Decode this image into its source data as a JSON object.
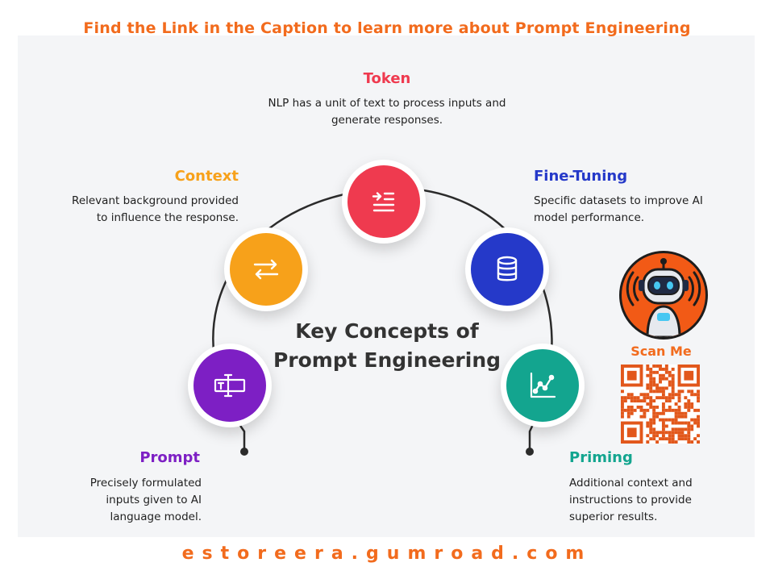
{
  "banner": "Find the Link in the Caption to learn more about Prompt Engineering",
  "center_title": [
    "Key Concepts of",
    "Prompt Engineering"
  ],
  "concepts": {
    "token": {
      "title": "Token",
      "desc": [
        "NLP has a unit of text to process inputs and",
        "generate responses."
      ],
      "color": "#ef3a4f",
      "icon": "indent-lines-icon"
    },
    "context": {
      "title": "Context",
      "desc": [
        "Relevant background provided",
        "to influence the response."
      ],
      "color": "#f7a11a",
      "icon": "swap-arrows-icon"
    },
    "fine_tuning": {
      "title": "Fine-Tuning",
      "desc": [
        "Specific datasets to improve AI",
        "model performance."
      ],
      "color": "#2539c9",
      "icon": "database-icon"
    },
    "prompt": {
      "title": "Prompt",
      "desc": [
        "Precisely formulated",
        "inputs given to AI",
        "language model."
      ],
      "color": "#7d1fc4",
      "icon": "text-input-icon"
    },
    "priming": {
      "title": "Priming",
      "desc": [
        "Additional context and",
        "instructions to provide",
        "superior results."
      ],
      "color": "#13a58f",
      "icon": "line-chart-icon"
    }
  },
  "scan_label": "Scan Me",
  "footer": "estoreera.gumroad.com",
  "colors": {
    "accent": "#f26b1d",
    "background": "#f4f5f7",
    "arc": "#2b2b2b"
  }
}
